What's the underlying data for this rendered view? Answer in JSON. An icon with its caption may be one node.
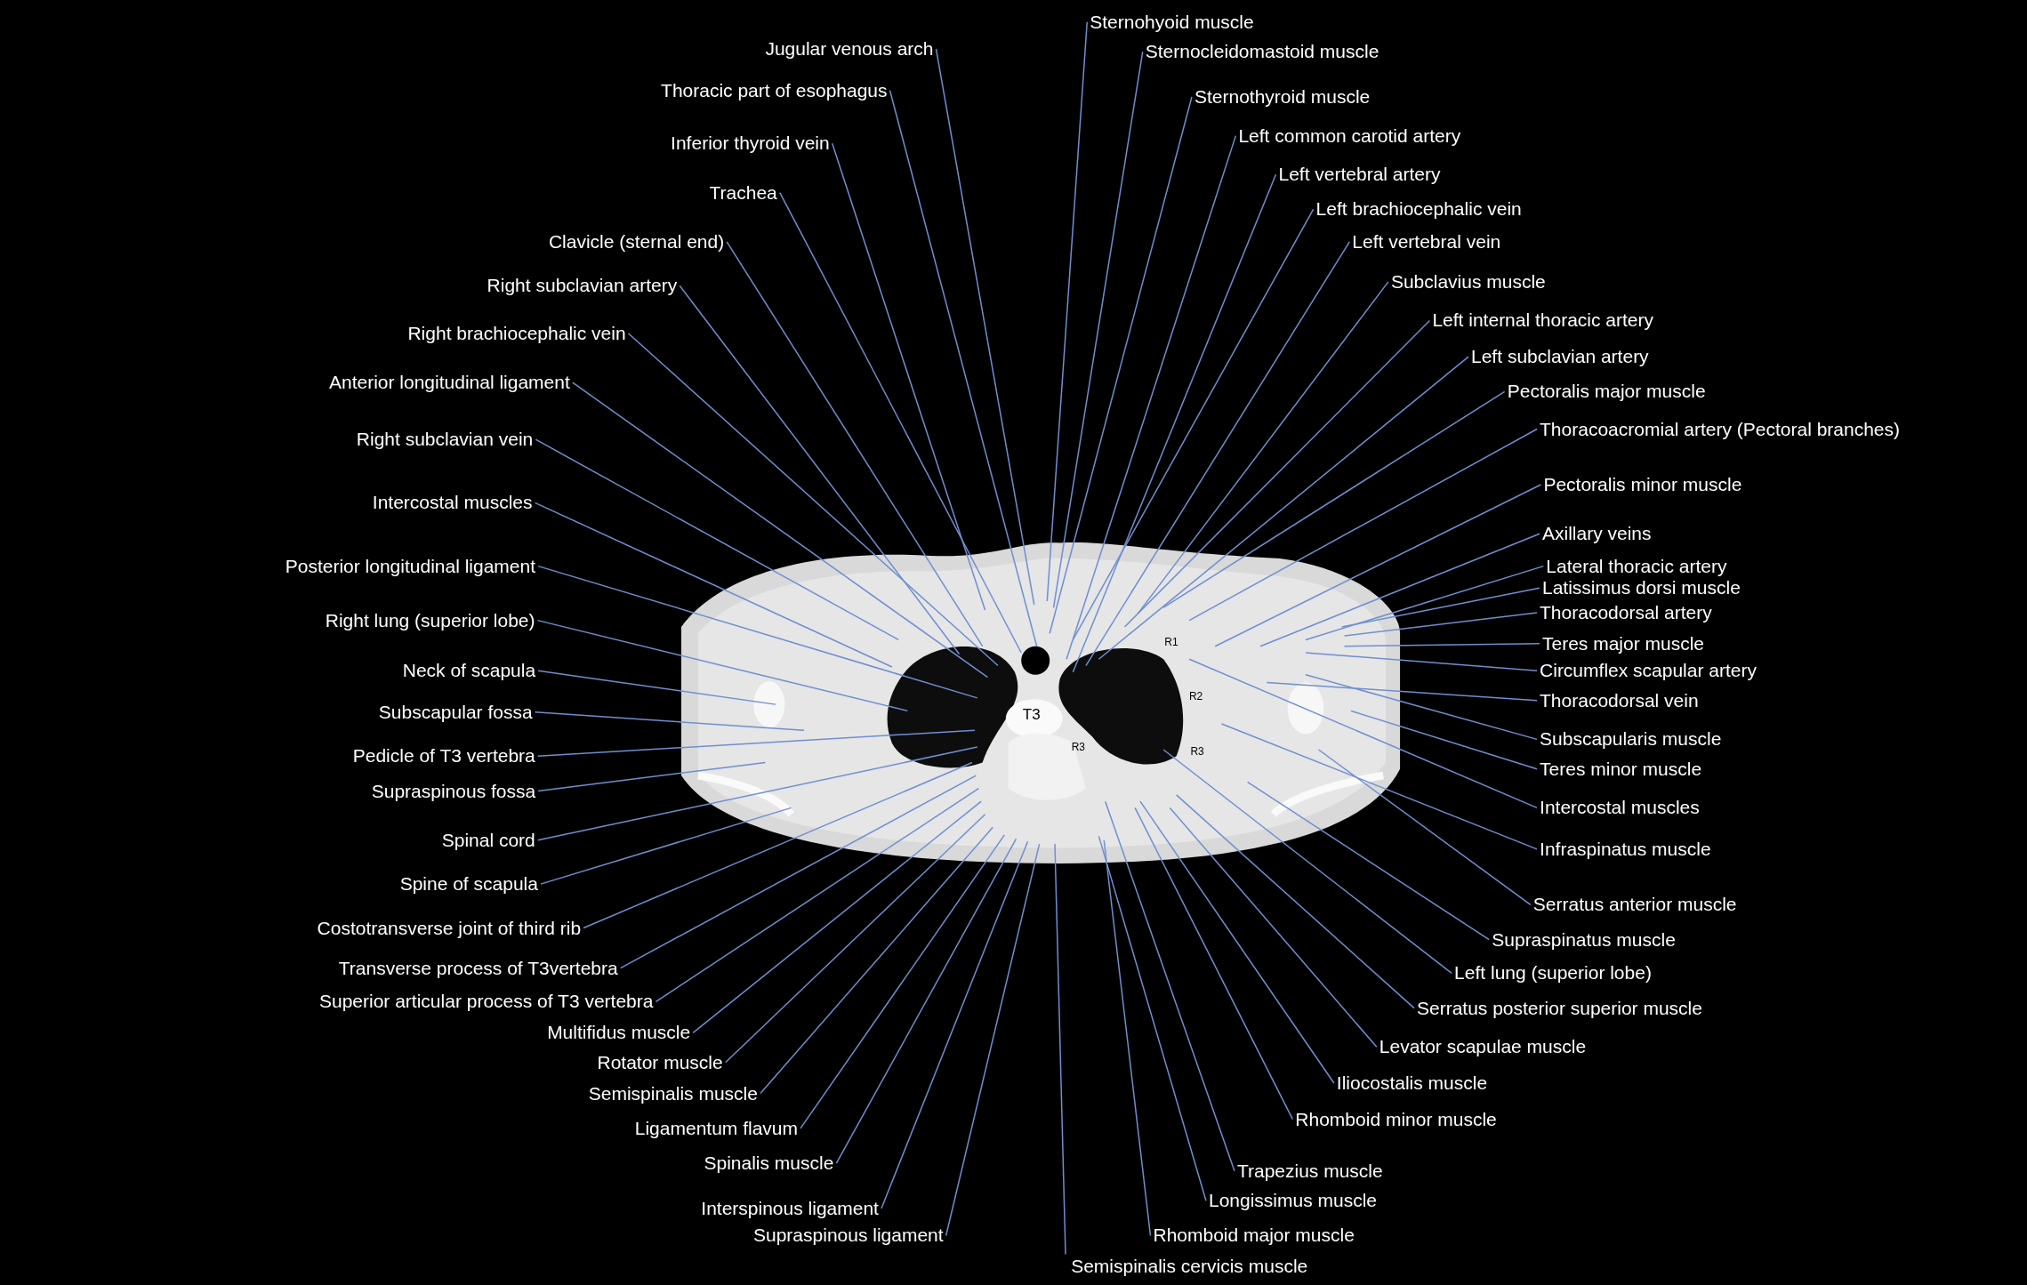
{
  "diagram": {
    "nodes": [
      {
        "text": [
          "Jugular venous arch"
        ]
      },
      {
        "text": [
          "Thoracic part of esophagus"
        ]
      },
      {
        "text": [
          "Inferior thyroid vein"
        ]
      },
      {
        "text": [
          "Trachea"
        ]
      },
      {
        "text": [
          "Clavicle (sternal end)"
        ]
      },
      {
        "text": [
          "Right subclavian artery"
        ]
      },
      {
        "text": [
          "Right brachiocephalic vein"
        ]
      },
      {
        "text": [
          "Anterior longitudinal ligament"
        ]
      },
      {
        "text": [
          "Right subclavian vein"
        ]
      },
      {
        "text": [
          "Intercostal muscles"
        ]
      },
      {
        "text": [
          "Posterior longitudinal ligament"
        ]
      },
      {
        "text": [
          "Right lung (superior lobe)"
        ]
      },
      {
        "text": [
          "Neck of scapula"
        ]
      },
      {
        "text": [
          "Subscapular fossa"
        ]
      },
      {
        "text": [
          "Pedicle of T3 vertebra"
        ]
      },
      {
        "text": [
          "Supraspinous fossa"
        ]
      },
      {
        "text": [
          "Spinal cord"
        ]
      },
      {
        "text": [
          "Spine of scapula"
        ]
      },
      {
        "text": [
          "Costotransverse joint of third rib"
        ]
      },
      {
        "text": [
          "Transverse process of T3vertebra"
        ]
      },
      {
        "text": [
          "Superior articular process of T3 vertebra"
        ]
      },
      {
        "text": [
          "Multifidus muscle"
        ]
      },
      {
        "text": [
          "Rotator muscle"
        ]
      },
      {
        "text": [
          "Semispinalis muscle"
        ]
      },
      {
        "text": [
          "Ligamentum flavum"
        ]
      },
      {
        "text": [
          "Spinalis muscle"
        ]
      },
      {
        "text": [
          "Interspinous ligament"
        ]
      },
      {
        "text": [
          "Supraspinous ligament"
        ]
      },
      {
        "text": [
          "Semispinalis cervicis muscle"
        ]
      },
      {
        "text": [
          "Rhomboid major muscle"
        ]
      },
      {
        "text": [
          "Longissimus muscle"
        ]
      },
      {
        "text": [
          "Trapezius muscle"
        ]
      },
      {
        "text": [
          "Rhomboid minor muscle"
        ]
      },
      {
        "text": [
          "Iliocostalis muscle"
        ]
      },
      {
        "text": [
          "Levator scapulae muscle"
        ]
      },
      {
        "text": [
          "Serratus posterior superior muscle"
        ]
      },
      {
        "text": [
          "Left lung (superior lobe)"
        ]
      },
      {
        "text": [
          "Supraspinatus muscle"
        ]
      },
      {
        "text": [
          "Serratus anterior muscle"
        ]
      },
      {
        "text": [
          "Infraspinatus muscle"
        ]
      },
      {
        "text": [
          "Intercostal muscles"
        ]
      },
      {
        "text": [
          "Teres minor muscle"
        ]
      },
      {
        "text": [
          "Subscapularis muscle"
        ]
      },
      {
        "text": [
          "Thoracodorsal vein"
        ]
      },
      {
        "text": [
          "Circumflex scapular artery"
        ]
      },
      {
        "text": [
          "Teres major muscle"
        ]
      },
      {
        "text": [
          "Thoracodorsal artery"
        ]
      },
      {
        "text": [
          "Latissimus dorsi muscle"
        ]
      },
      {
        "text": [
          "Lateral thoracic artery"
        ]
      },
      {
        "text": [
          "Axillary veins"
        ]
      },
      {
        "text": [
          "Pectoralis minor muscle"
        ]
      },
      {
        "text": [
          "Thoracoacromial artery (Pectoral branches)"
        ]
      },
      {
        "text": [
          "Pectoralis major muscle"
        ]
      },
      {
        "text": [
          "Left subclavian artery"
        ]
      },
      {
        "text": [
          "Left internal thoracic artery"
        ]
      },
      {
        "text": [
          "Subclavius muscle"
        ]
      },
      {
        "text": [
          "Left vertebral vein"
        ]
      },
      {
        "text": [
          "Left brachiocephalic vein"
        ]
      },
      {
        "text": [
          "Left vertebral artery"
        ]
      },
      {
        "text": [
          "Left common carotid artery"
        ]
      },
      {
        "text": [
          "Sternothyroid muscle"
        ]
      },
      {
        "text": [
          "Sternocleidomastoid muscle"
        ]
      },
      {
        "text": [
          "Sternohyoid muscle"
        ]
      }
    ],
    "edges": [
      {
        "from": 0,
        "to": null,
        "arrow": "none"
      },
      {
        "from": 1,
        "to": null,
        "arrow": "none"
      },
      {
        "from": 2,
        "to": null,
        "arrow": "none"
      },
      {
        "from": 3,
        "to": null,
        "arrow": "none"
      },
      {
        "from": 4,
        "to": null,
        "arrow": "none"
      },
      {
        "from": 5,
        "to": null,
        "arrow": "none"
      },
      {
        "from": 6,
        "to": null,
        "arrow": "none"
      },
      {
        "from": 7,
        "to": null,
        "arrow": "none"
      },
      {
        "from": 8,
        "to": null,
        "arrow": "none"
      },
      {
        "from": 9,
        "to": null,
        "arrow": "none"
      },
      {
        "from": 10,
        "to": null,
        "arrow": "none"
      },
      {
        "from": 11,
        "to": null,
        "arrow": "none"
      },
      {
        "from": 12,
        "to": null,
        "arrow": "none"
      },
      {
        "from": 13,
        "to": null,
        "arrow": "none"
      },
      {
        "from": 14,
        "to": null,
        "arrow": "none"
      },
      {
        "from": 15,
        "to": null,
        "arrow": "none"
      },
      {
        "from": 16,
        "to": null,
        "arrow": "none"
      },
      {
        "from": 17,
        "to": null,
        "arrow": "none"
      },
      {
        "from": 18,
        "to": null,
        "arrow": "none"
      },
      {
        "from": 19,
        "to": null,
        "arrow": "none"
      },
      {
        "from": 20,
        "to": null,
        "arrow": "none"
      },
      {
        "from": 21,
        "to": null,
        "arrow": "none"
      },
      {
        "from": 22,
        "to": null,
        "arrow": "none"
      },
      {
        "from": 23,
        "to": null,
        "arrow": "none"
      },
      {
        "from": 24,
        "to": null,
        "arrow": "none"
      },
      {
        "from": 25,
        "to": null,
        "arrow": "none"
      },
      {
        "from": 26,
        "to": null,
        "arrow": "none"
      },
      {
        "from": 27,
        "to": null,
        "arrow": "none"
      },
      {
        "from": 28,
        "to": null,
        "arrow": "none"
      },
      {
        "from": 29,
        "to": null,
        "arrow": "none"
      },
      {
        "from": 30,
        "to": null,
        "arrow": "none"
      },
      {
        "from": 31,
        "to": null,
        "arrow": "none"
      },
      {
        "from": 32,
        "to": null,
        "arrow": "none"
      },
      {
        "from": 33,
        "to": null,
        "arrow": "none"
      },
      {
        "from": 34,
        "to": null,
        "arrow": "none"
      },
      {
        "from": 35,
        "to": null,
        "arrow": "none"
      },
      {
        "from": 36,
        "to": null,
        "arrow": "none"
      },
      {
        "from": 37,
        "to": null,
        "arrow": "none"
      },
      {
        "from": 38,
        "to": null,
        "arrow": "none"
      },
      {
        "from": 39,
        "to": null,
        "arrow": "none"
      },
      {
        "from": 40,
        "to": null,
        "arrow": "none"
      },
      {
        "from": 41,
        "to": null,
        "arrow": "none"
      },
      {
        "from": 42,
        "to": null,
        "arrow": "none"
      },
      {
        "from": 43,
        "to": null,
        "arrow": "none"
      },
      {
        "from": 44,
        "to": null,
        "arrow": "none"
      },
      {
        "from": 45,
        "to": null,
        "arrow": "none"
      },
      {
        "from": 46,
        "to": null,
        "arrow": "none"
      },
      {
        "from": 47,
        "to": null,
        "arrow": "none"
      },
      {
        "from": 48,
        "to": null,
        "arrow": "none"
      },
      {
        "from": 49,
        "to": null,
        "arrow": "none"
      },
      {
        "from": 50,
        "to": null,
        "arrow": "none"
      },
      {
        "from": 51,
        "to": null,
        "arrow": "none"
      },
      {
        "from": 52,
        "to": null,
        "arrow": "none"
      },
      {
        "from": 53,
        "to": null,
        "arrow": "none"
      },
      {
        "from": 54,
        "to": null,
        "arrow": "none"
      },
      {
        "from": 55,
        "to": null,
        "arrow": "none"
      },
      {
        "from": 56,
        "to": null,
        "arrow": "none"
      },
      {
        "from": 57,
        "to": null,
        "arrow": "none"
      },
      {
        "from": 58,
        "to": null,
        "arrow": "none"
      },
      {
        "from": 59,
        "to": null,
        "arrow": "none"
      },
      {
        "from": 60,
        "to": null,
        "arrow": "none"
      },
      {
        "from": 61,
        "to": null,
        "arrow": "none"
      },
      {
        "from": 62,
        "to": null,
        "arrow": "none"
      }
    ],
    "labels": [
      "R1",
      "R2",
      "T3",
      "R3",
      "R3"
    ]
  }
}
